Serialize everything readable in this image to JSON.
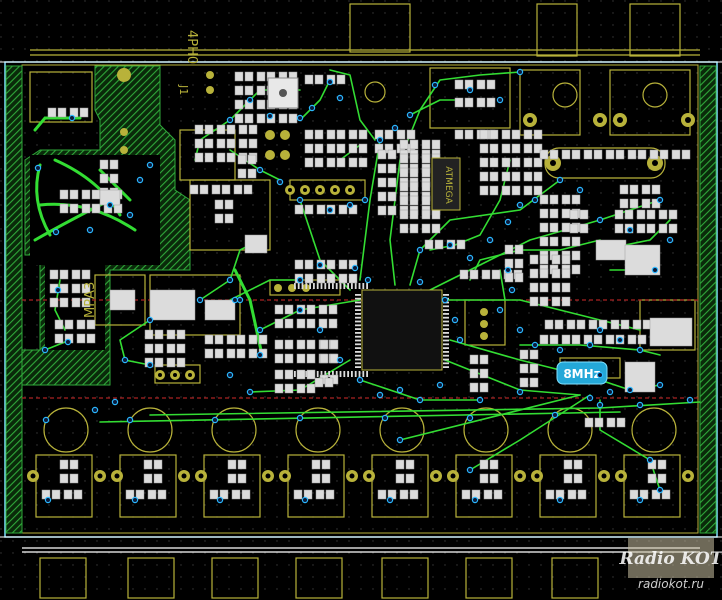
{
  "labels": {
    "connector_top": "4РН0",
    "connector_j": "J1",
    "mpa_label": "МРА3",
    "chip_label": "ATMEGA",
    "crystal_label": "8MHz"
  },
  "watermark": {
    "logo": "Radio KOT",
    "site": "radiokot.ru"
  },
  "colors": {
    "background": "#000000",
    "silkscreen": "#b8b23a",
    "copper": "#33dd33",
    "pads": "#dcdcdc",
    "vias": "#2bb8ff",
    "keepout": "#7fe0ff",
    "hatch": "#2fa83a"
  }
}
